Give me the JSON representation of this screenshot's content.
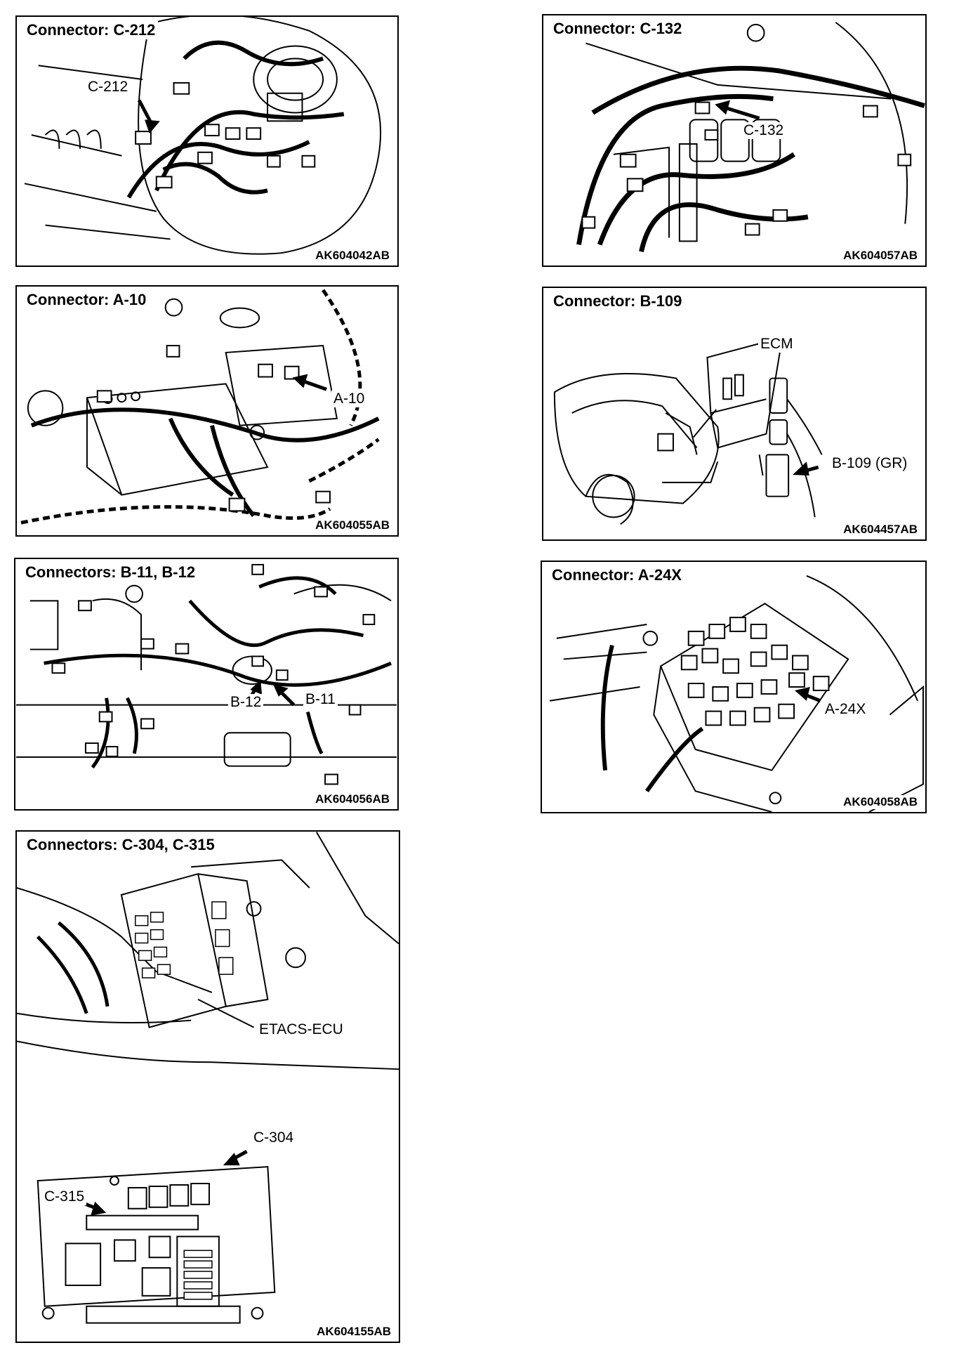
{
  "panels": {
    "c212": {
      "title": "Connector: C-212",
      "code": "AK604042AB",
      "callouts": [
        "C-212"
      ]
    },
    "c132": {
      "title": "Connector: C-132",
      "code": "AK604057AB",
      "callouts": [
        "C-132"
      ]
    },
    "a10": {
      "title": "Connector: A-10",
      "code": "AK604055AB",
      "callouts": [
        "A-10"
      ]
    },
    "b109": {
      "title": "Connector: B-109",
      "code": "AK604457AB",
      "callouts": [
        "ECM",
        "B-109 (GR)"
      ]
    },
    "b11b12": {
      "title": "Connectors: B-11, B-12",
      "code": "AK604056AB",
      "callouts": [
        "B-12",
        "B-11"
      ]
    },
    "a24x": {
      "title": "Connector: A-24X",
      "code": "AK604058AB",
      "callouts": [
        "A-24X"
      ]
    },
    "c304": {
      "title": "Connectors:  C-304, C-315",
      "code": "AK604155AB",
      "callouts": [
        "ETACS-ECU",
        "C-304",
        "C-315"
      ]
    }
  },
  "colors": {
    "line": "#000000",
    "background": "#ffffff"
  }
}
